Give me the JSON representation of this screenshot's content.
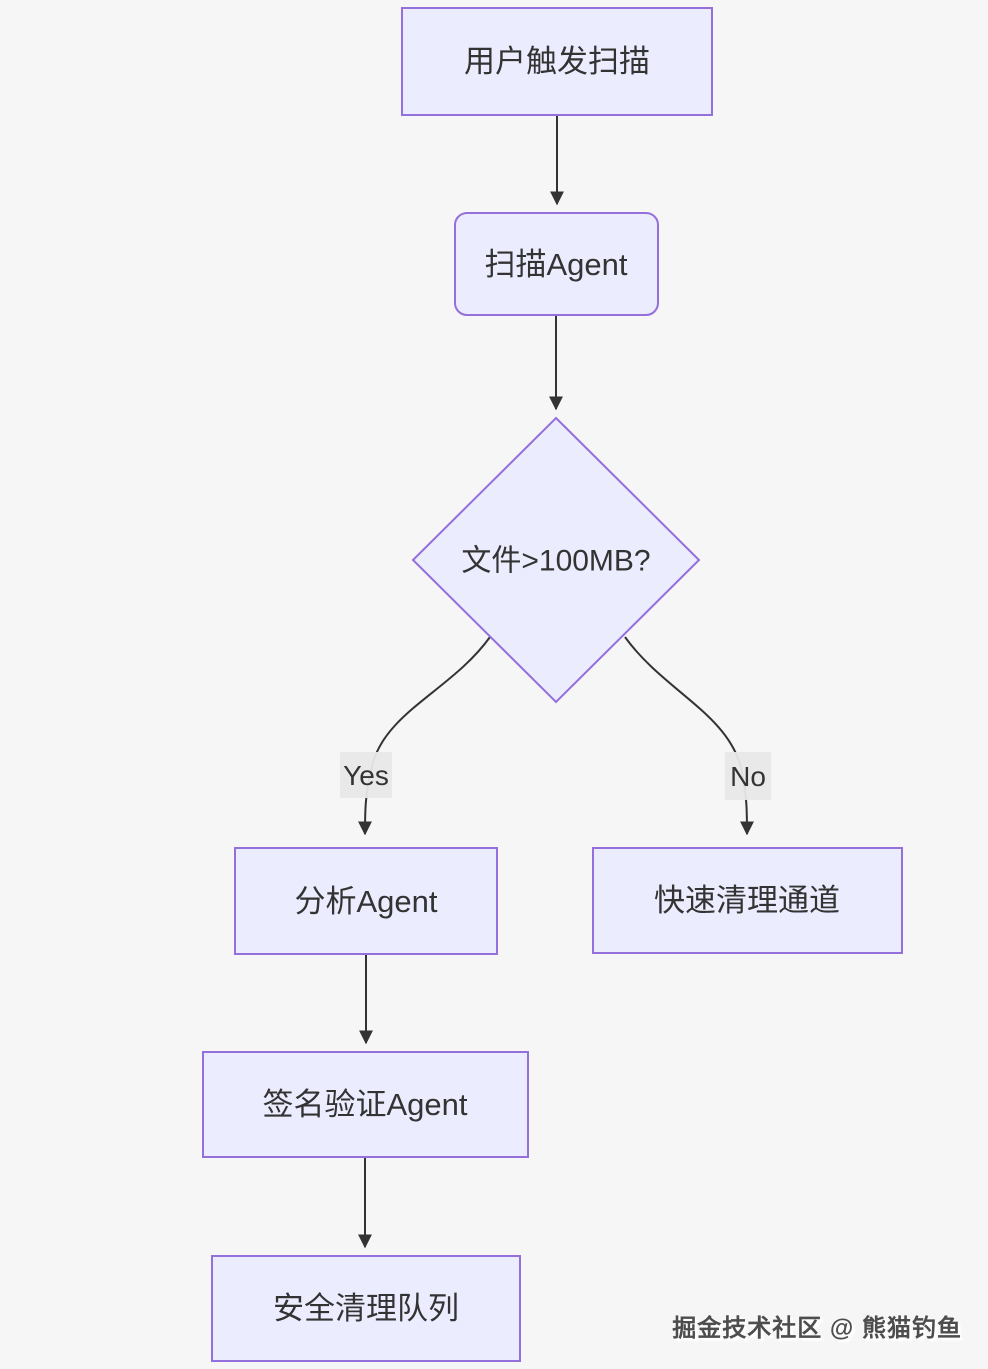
{
  "diagram": {
    "type": "flowchart",
    "direction": "top-to-bottom",
    "nodes": [
      {
        "id": "start",
        "label": "用户触发扫描",
        "shape": "rectangle"
      },
      {
        "id": "scan",
        "label": "扫描Agent",
        "shape": "rounded-rectangle"
      },
      {
        "id": "decision",
        "label": "文件>100MB?",
        "shape": "diamond"
      },
      {
        "id": "analyze",
        "label": "分析Agent",
        "shape": "rectangle"
      },
      {
        "id": "fast",
        "label": "快速清理通道",
        "shape": "rectangle"
      },
      {
        "id": "sign",
        "label": "签名验证Agent",
        "shape": "rectangle"
      },
      {
        "id": "queue",
        "label": "安全清理队列",
        "shape": "rectangle"
      }
    ],
    "edges": [
      {
        "from": "start",
        "to": "scan",
        "label": ""
      },
      {
        "from": "scan",
        "to": "decision",
        "label": ""
      },
      {
        "from": "decision",
        "to": "analyze",
        "label": "Yes"
      },
      {
        "from": "decision",
        "to": "fast",
        "label": "No"
      },
      {
        "from": "analyze",
        "to": "sign",
        "label": ""
      },
      {
        "from": "sign",
        "to": "queue",
        "label": ""
      }
    ],
    "colors": {
      "node_fill": "#ECECFF",
      "node_border": "#9370DB",
      "edge_stroke": "#333333",
      "edge_label_bg": "#e8e8e8",
      "text": "#333333",
      "background": "#f6f6f6"
    }
  },
  "watermark": {
    "text": "掘金技术社区 @ 熊猫钓鱼"
  }
}
